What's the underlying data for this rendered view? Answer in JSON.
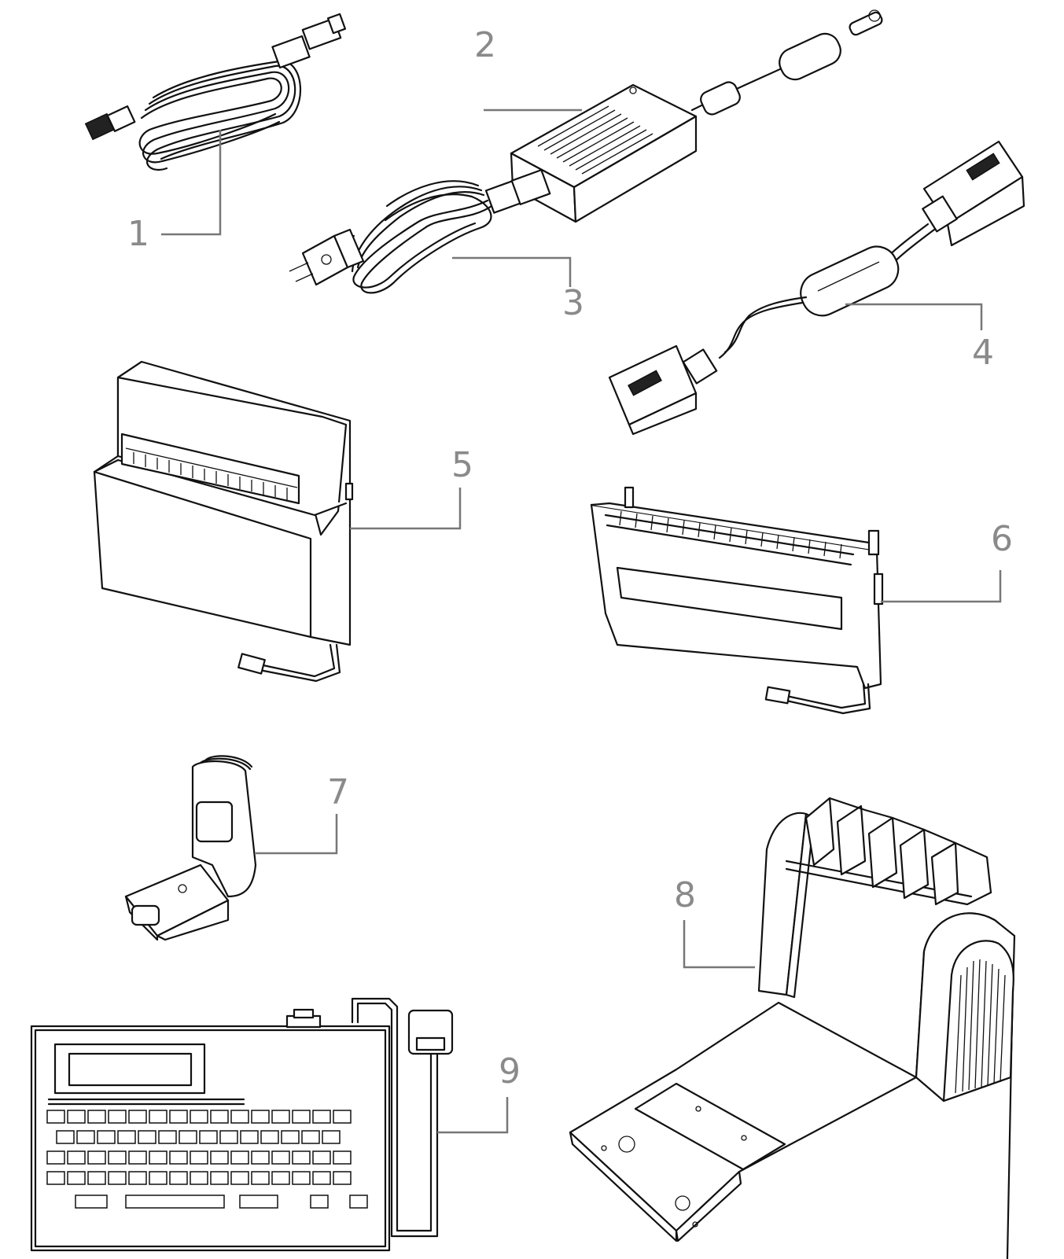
{
  "callouts": [
    {
      "id": "1",
      "label": "1"
    },
    {
      "id": "2",
      "label": "2"
    },
    {
      "id": "3",
      "label": "3"
    },
    {
      "id": "4",
      "label": "4"
    },
    {
      "id": "5",
      "label": "5"
    },
    {
      "id": "6",
      "label": "6"
    },
    {
      "id": "7",
      "label": "7"
    },
    {
      "id": "8",
      "label": "8"
    },
    {
      "id": "9",
      "label": "9"
    }
  ],
  "colors": {
    "line": "#111111",
    "callout": "#8a8a8a",
    "background": "#ffffff"
  }
}
